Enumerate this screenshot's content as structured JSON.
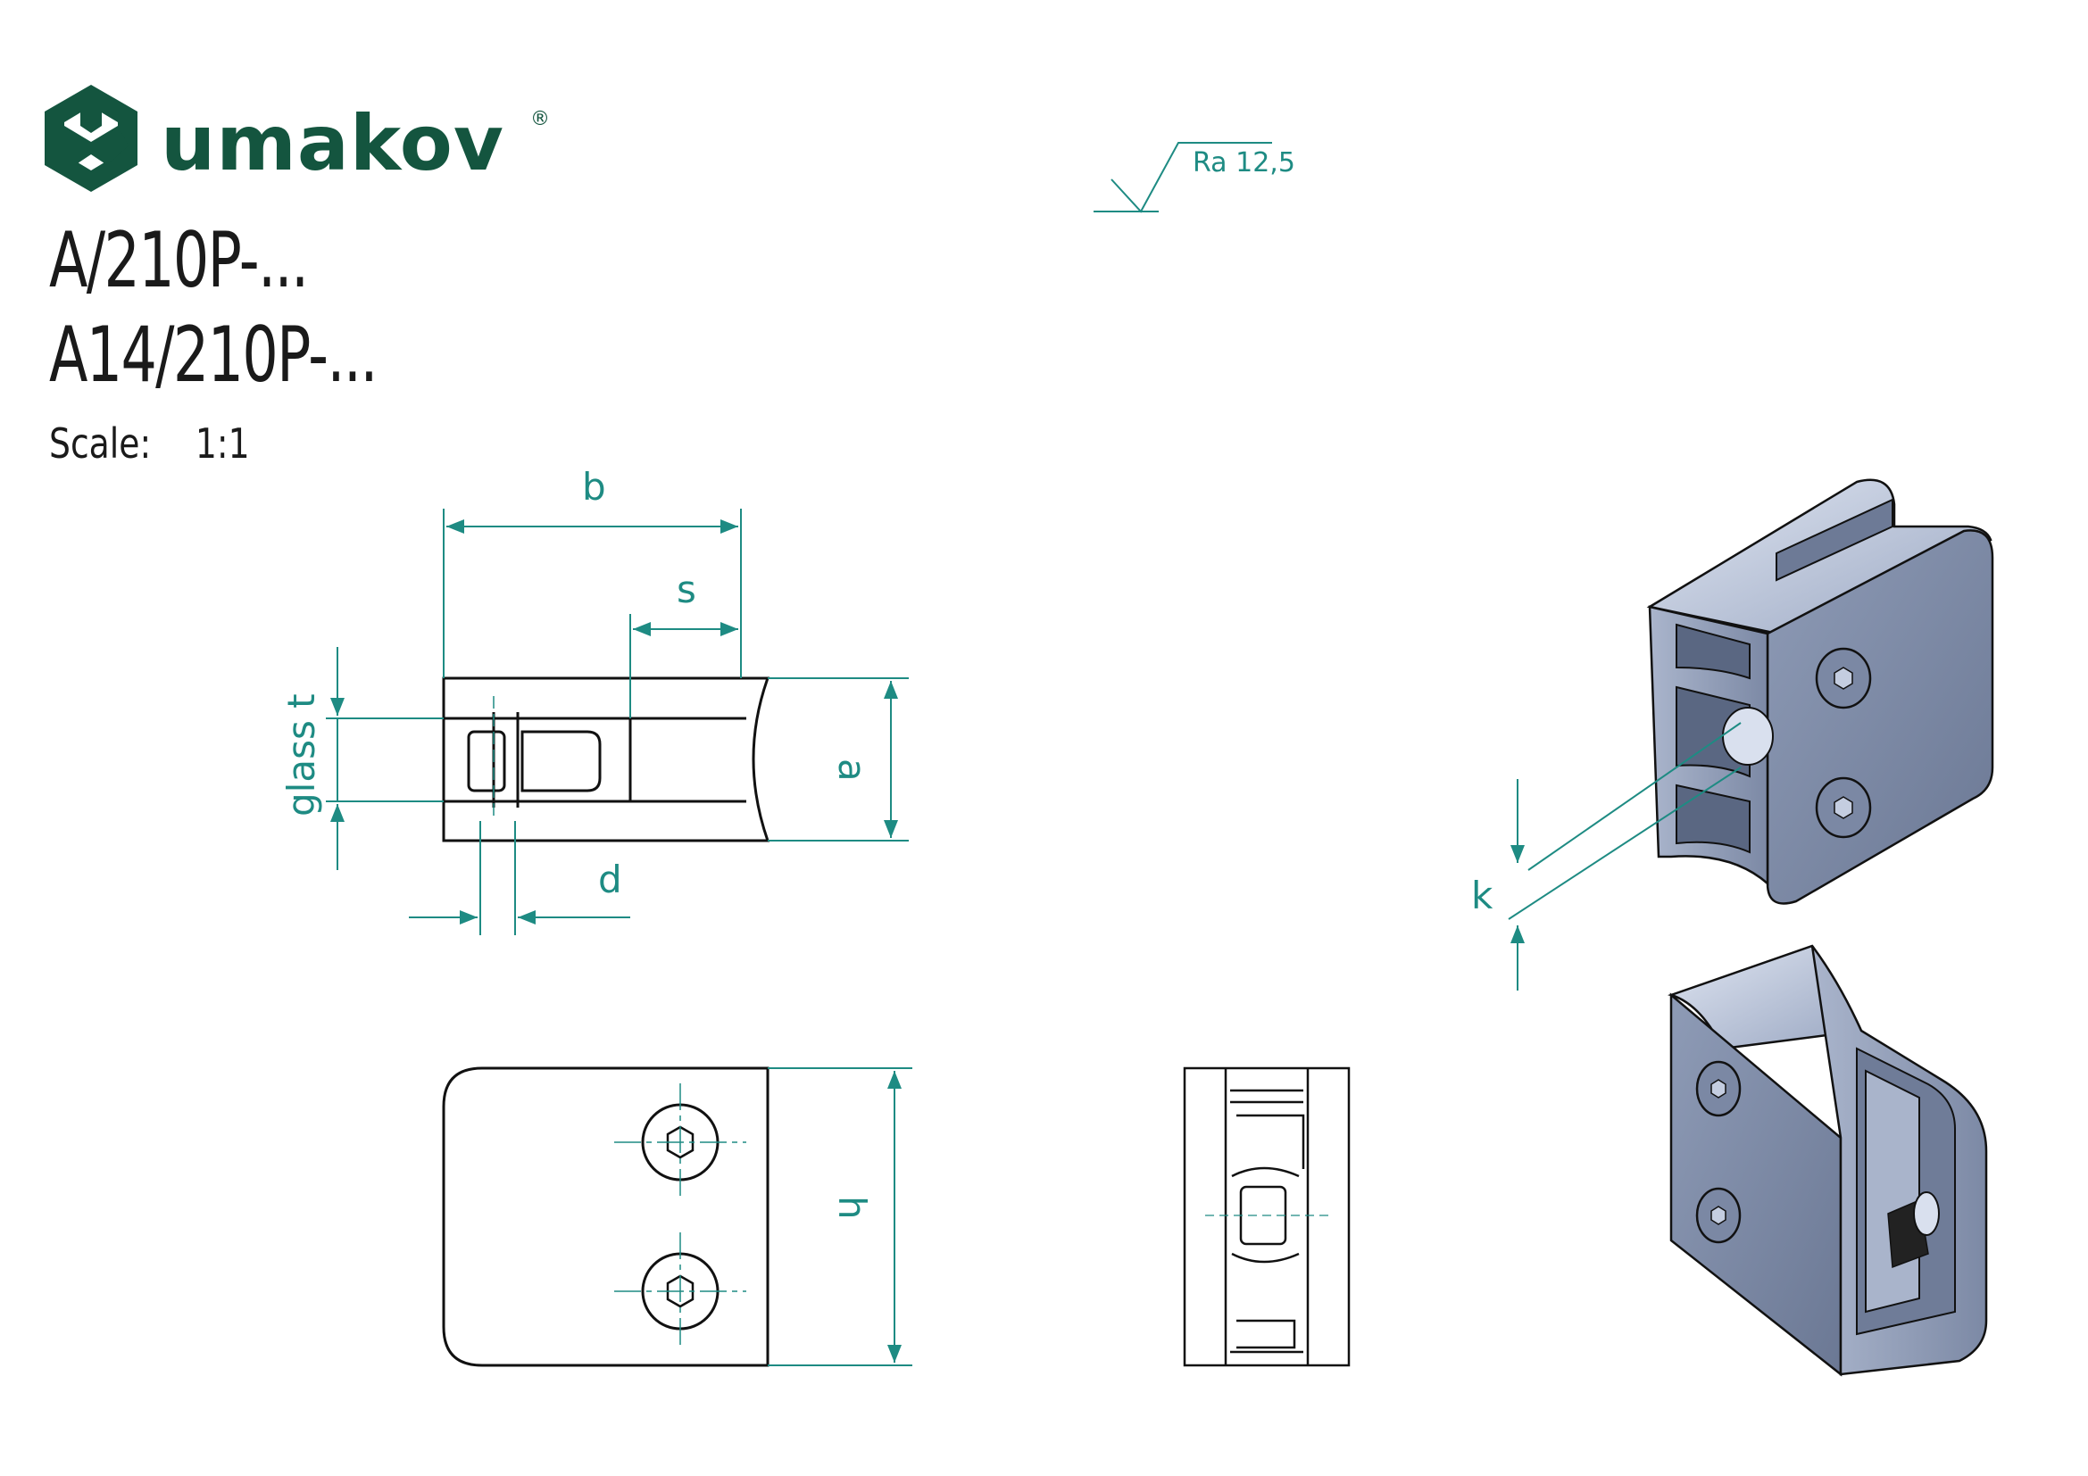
{
  "brand": {
    "name": "umakov",
    "registered_mark": "®",
    "color": "#14553f"
  },
  "titles": [
    "A/210P-...",
    "A14/210P-..."
  ],
  "scale": {
    "label": "Scale:",
    "value": "1:1"
  },
  "roughness": {
    "label": "Ra 12,5"
  },
  "dimensions": {
    "b": "b",
    "s": "s",
    "a": "a",
    "d": "d",
    "glass_t": "glass t",
    "h": "h",
    "k": "k"
  },
  "colors": {
    "dimension": "#1e8b83",
    "outline": "#111111",
    "render_face": "#8f9db8",
    "render_light": "#c4cde0",
    "render_dark": "#5c6a86"
  }
}
